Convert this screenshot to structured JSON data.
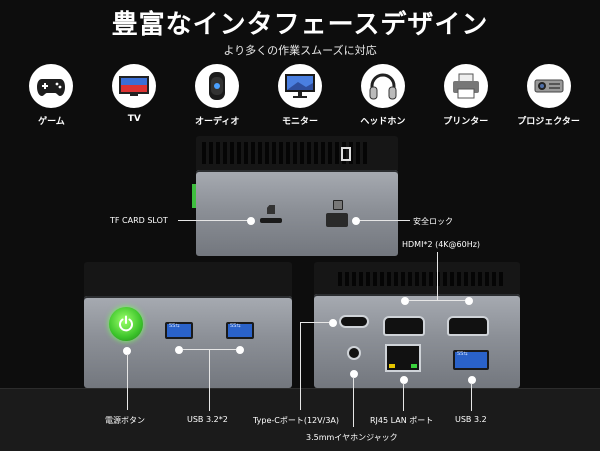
{
  "header": {
    "title": "豊富なインタフェースデザイン",
    "subtitle": "より多くの作業スムーズに対応"
  },
  "devices": [
    {
      "icon": "gamepad-icon",
      "label": "ゲーム"
    },
    {
      "icon": "tv-icon",
      "label": "TV"
    },
    {
      "icon": "speaker-icon",
      "label": "オーディオ"
    },
    {
      "icon": "monitor-icon",
      "label": "モニター"
    },
    {
      "icon": "headphones-icon",
      "label": "ヘッドホン"
    },
    {
      "icon": "printer-icon",
      "label": "プリンター"
    },
    {
      "icon": "projector-icon",
      "label": "プロジェクター"
    }
  ],
  "callouts": {
    "tf_card_slot": "TF CARD SLOT",
    "security_lock": "安全ロック",
    "hdmi": "HDMI*2 (4K@60Hz)",
    "power_button": "電源ボタン",
    "usb_front": "USB 3.2*2",
    "type_c": "Type-Cポート(12V/3A)",
    "rj45": "RJ45 LAN ポート",
    "usb_rear": "USB 3.2",
    "audio": "3.5mmイヤホンジャック"
  },
  "colors": {
    "background": "#0d0d0d",
    "power_green": "#3cc42a",
    "usb_blue": "#2a62c9",
    "aluminium": "#8c9097"
  }
}
